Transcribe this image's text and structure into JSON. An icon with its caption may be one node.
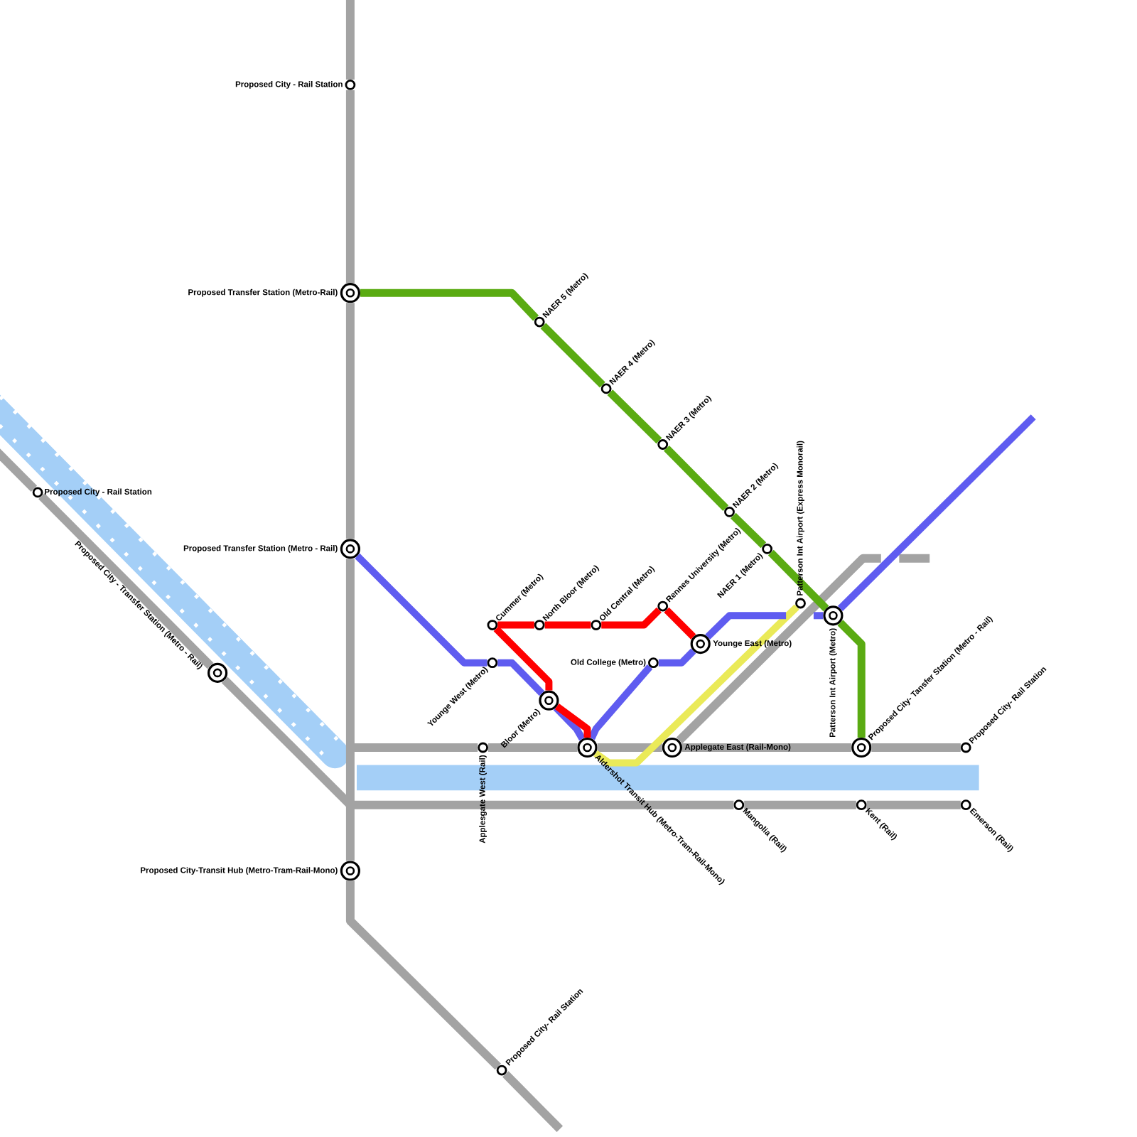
{
  "diagram": {
    "nodes": [
      {
        "text": [
          "Proposed City - Rail Station"
        ]
      },
      {
        "text": [
          "Proposed Transfer Station (Metro-Rail)"
        ]
      },
      {
        "text": [
          "Proposed Transfer Station (Metro - Rail)"
        ]
      },
      {
        "text": [
          "Proposed City-Transit Hub (Metro-Tram-Rail-Mono)"
        ]
      },
      {
        "text": [
          "Proposed City - Rail Station"
        ]
      },
      {
        "text": [
          "Proposed City - Transfer Station (Metro - Rail)"
        ]
      },
      {
        "text": [
          "Proposed City- Rail Station"
        ]
      },
      {
        "text": [
          "NAER 5 (Metro)"
        ]
      },
      {
        "text": [
          "NAER 4 (Metro)"
        ]
      },
      {
        "text": [
          "NAER 3 (Metro)"
        ]
      },
      {
        "text": [
          "NAER 2 (Metro)"
        ]
      },
      {
        "text": [
          "NAER 1 (Metro)"
        ]
      },
      {
        "text": [
          "Cummer (Metro)"
        ]
      },
      {
        "text": [
          "North Bloor (Metro)"
        ]
      },
      {
        "text": [
          "Old Central (Metro)"
        ]
      },
      {
        "text": [
          "Rennes University (Metro)"
        ]
      },
      {
        "text": [
          "Younge East (Metro)"
        ]
      },
      {
        "text": [
          "Old College (Metro)"
        ]
      },
      {
        "text": [
          "Younge West (Metro)"
        ]
      },
      {
        "text": [
          "Bloor (Metro)"
        ]
      },
      {
        "text": [
          "Aldershot Transit Hub (Metro-Tram-Rail-Mono)"
        ]
      },
      {
        "text": [
          "Applesgate West (Rail)"
        ]
      },
      {
        "text": [
          "Applegate East (Rail-Mono)"
        ]
      },
      {
        "text": [
          "Patterson Int Airport (Express Monorail)"
        ]
      },
      {
        "text": [
          "Patterson Int Airport (Metro)"
        ]
      },
      {
        "text": [
          "Proposed City- Tansfer Station (Metro - Rail)"
        ]
      },
      {
        "text": [
          "Proposed City- Rail Station"
        ]
      },
      {
        "text": [
          "Mangolia (Rail)"
        ]
      },
      {
        "text": [
          "Kent (Rail)"
        ]
      },
      {
        "text": [
          "Emerson (Rail)"
        ]
      }
    ],
    "edges": [
      {
        "from": null,
        "to": 0,
        "arrow": "none"
      },
      {
        "from": 0,
        "to": 1,
        "arrow": "none"
      },
      {
        "from": 1,
        "to": 2,
        "arrow": "none"
      },
      {
        "from": 2,
        "to": 3,
        "arrow": "none"
      },
      {
        "from": 3,
        "to": 6,
        "arrow": "none"
      },
      {
        "from": 6,
        "to": null,
        "arrow": "none"
      },
      {
        "from": null,
        "to": 21,
        "arrow": "none"
      },
      {
        "from": 21,
        "to": 20,
        "arrow": "none"
      },
      {
        "from": 20,
        "to": 22,
        "arrow": "none"
      },
      {
        "from": 22,
        "to": 25,
        "arrow": "none"
      },
      {
        "from": 25,
        "to": 26,
        "arrow": "none"
      },
      {
        "from": null,
        "to": 27,
        "arrow": "none"
      },
      {
        "from": 27,
        "to": 28,
        "arrow": "none"
      },
      {
        "from": 28,
        "to": 29,
        "arrow": "none"
      },
      {
        "from": null,
        "to": 4,
        "arrow": "none"
      },
      {
        "from": 4,
        "to": 5,
        "arrow": "none"
      },
      {
        "from": 5,
        "to": null,
        "arrow": "none"
      },
      {
        "from": 22,
        "to": null,
        "arrow": "none"
      },
      {
        "from": 1,
        "to": 7,
        "arrow": "none",
        "color": "#5aab12"
      },
      {
        "from": 7,
        "to": 8,
        "arrow": "none",
        "color": "#5aab12"
      },
      {
        "from": 8,
        "to": 9,
        "arrow": "none",
        "color": "#5aab12"
      },
      {
        "from": 9,
        "to": 10,
        "arrow": "none",
        "color": "#5aab12"
      },
      {
        "from": 10,
        "to": 11,
        "arrow": "none",
        "color": "#5aab12"
      },
      {
        "from": 11,
        "to": 24,
        "arrow": "none",
        "color": "#5aab12"
      },
      {
        "from": 24,
        "to": 25,
        "arrow": "none",
        "color": "#5aab12"
      },
      {
        "from": 20,
        "to": 23,
        "arrow": "none",
        "color": "#eaea58"
      },
      {
        "from": 2,
        "to": 18,
        "arrow": "none",
        "color": "#5f5cf0"
      },
      {
        "from": 18,
        "to": 19,
        "arrow": "none",
        "color": "#5f5cf0"
      },
      {
        "from": 19,
        "to": 20,
        "arrow": "none",
        "color": "#5f5cf0"
      },
      {
        "from": 20,
        "to": 17,
        "arrow": "none",
        "color": "#5f5cf0"
      },
      {
        "from": 17,
        "to": 16,
        "arrow": "none",
        "color": "#5f5cf0"
      },
      {
        "from": 16,
        "to": null,
        "arrow": "none",
        "color": "#5f5cf0"
      },
      {
        "from": null,
        "to": 24,
        "arrow": "none",
        "color": "#5f5cf0"
      },
      {
        "from": 24,
        "to": null,
        "arrow": "none",
        "color": "#5f5cf0"
      },
      {
        "from": 12,
        "to": 13,
        "arrow": "none",
        "color": "#ff0000"
      },
      {
        "from": 13,
        "to": 14,
        "arrow": "none",
        "color": "#ff0000"
      },
      {
        "from": 14,
        "to": 15,
        "arrow": "none",
        "color": "#ff0000"
      },
      {
        "from": 15,
        "to": 16,
        "arrow": "none",
        "color": "#ff0000"
      },
      {
        "from": 12,
        "to": 19,
        "arrow": "none",
        "color": "#ff0000"
      },
      {
        "from": 19,
        "to": 20,
        "arrow": "none",
        "color": "#ff0000"
      }
    ]
  }
}
